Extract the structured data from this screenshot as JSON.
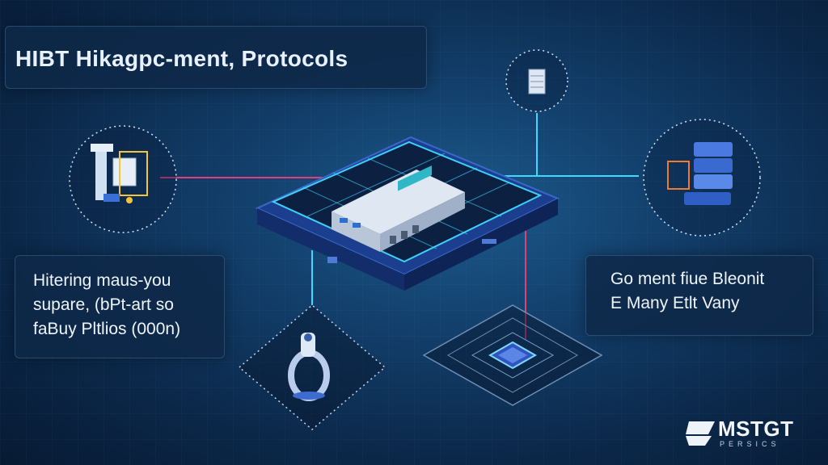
{
  "title": "HIBT Hikagpc-ment, Protocols",
  "left_panel": {
    "lines": [
      "Hitering maus-you",
      "supare, (bPt-art so",
      "faBuy Pltlios (000n)"
    ]
  },
  "right_panel": {
    "lines": [
      "Go ment fiue Bleonit",
      "E Many Etlt Vany"
    ]
  },
  "logo": {
    "name": "MSTGT",
    "subtitle": "PERSICS"
  },
  "colors": {
    "accent_cyan": "#3fd8ff",
    "accent_magenta": "#e0407a",
    "panel_bg": "#0e2848",
    "background": "#0b2748"
  },
  "icons": {
    "left_circle": "crane-server-icon",
    "top_small_circle": "server-rack-icon",
    "right_circle": "server-stack-icon",
    "bottom_left_diamond": "key-lock-icon",
    "bottom_center_diamond": "chip-icon",
    "central_platform": "network-appliance-icon"
  }
}
